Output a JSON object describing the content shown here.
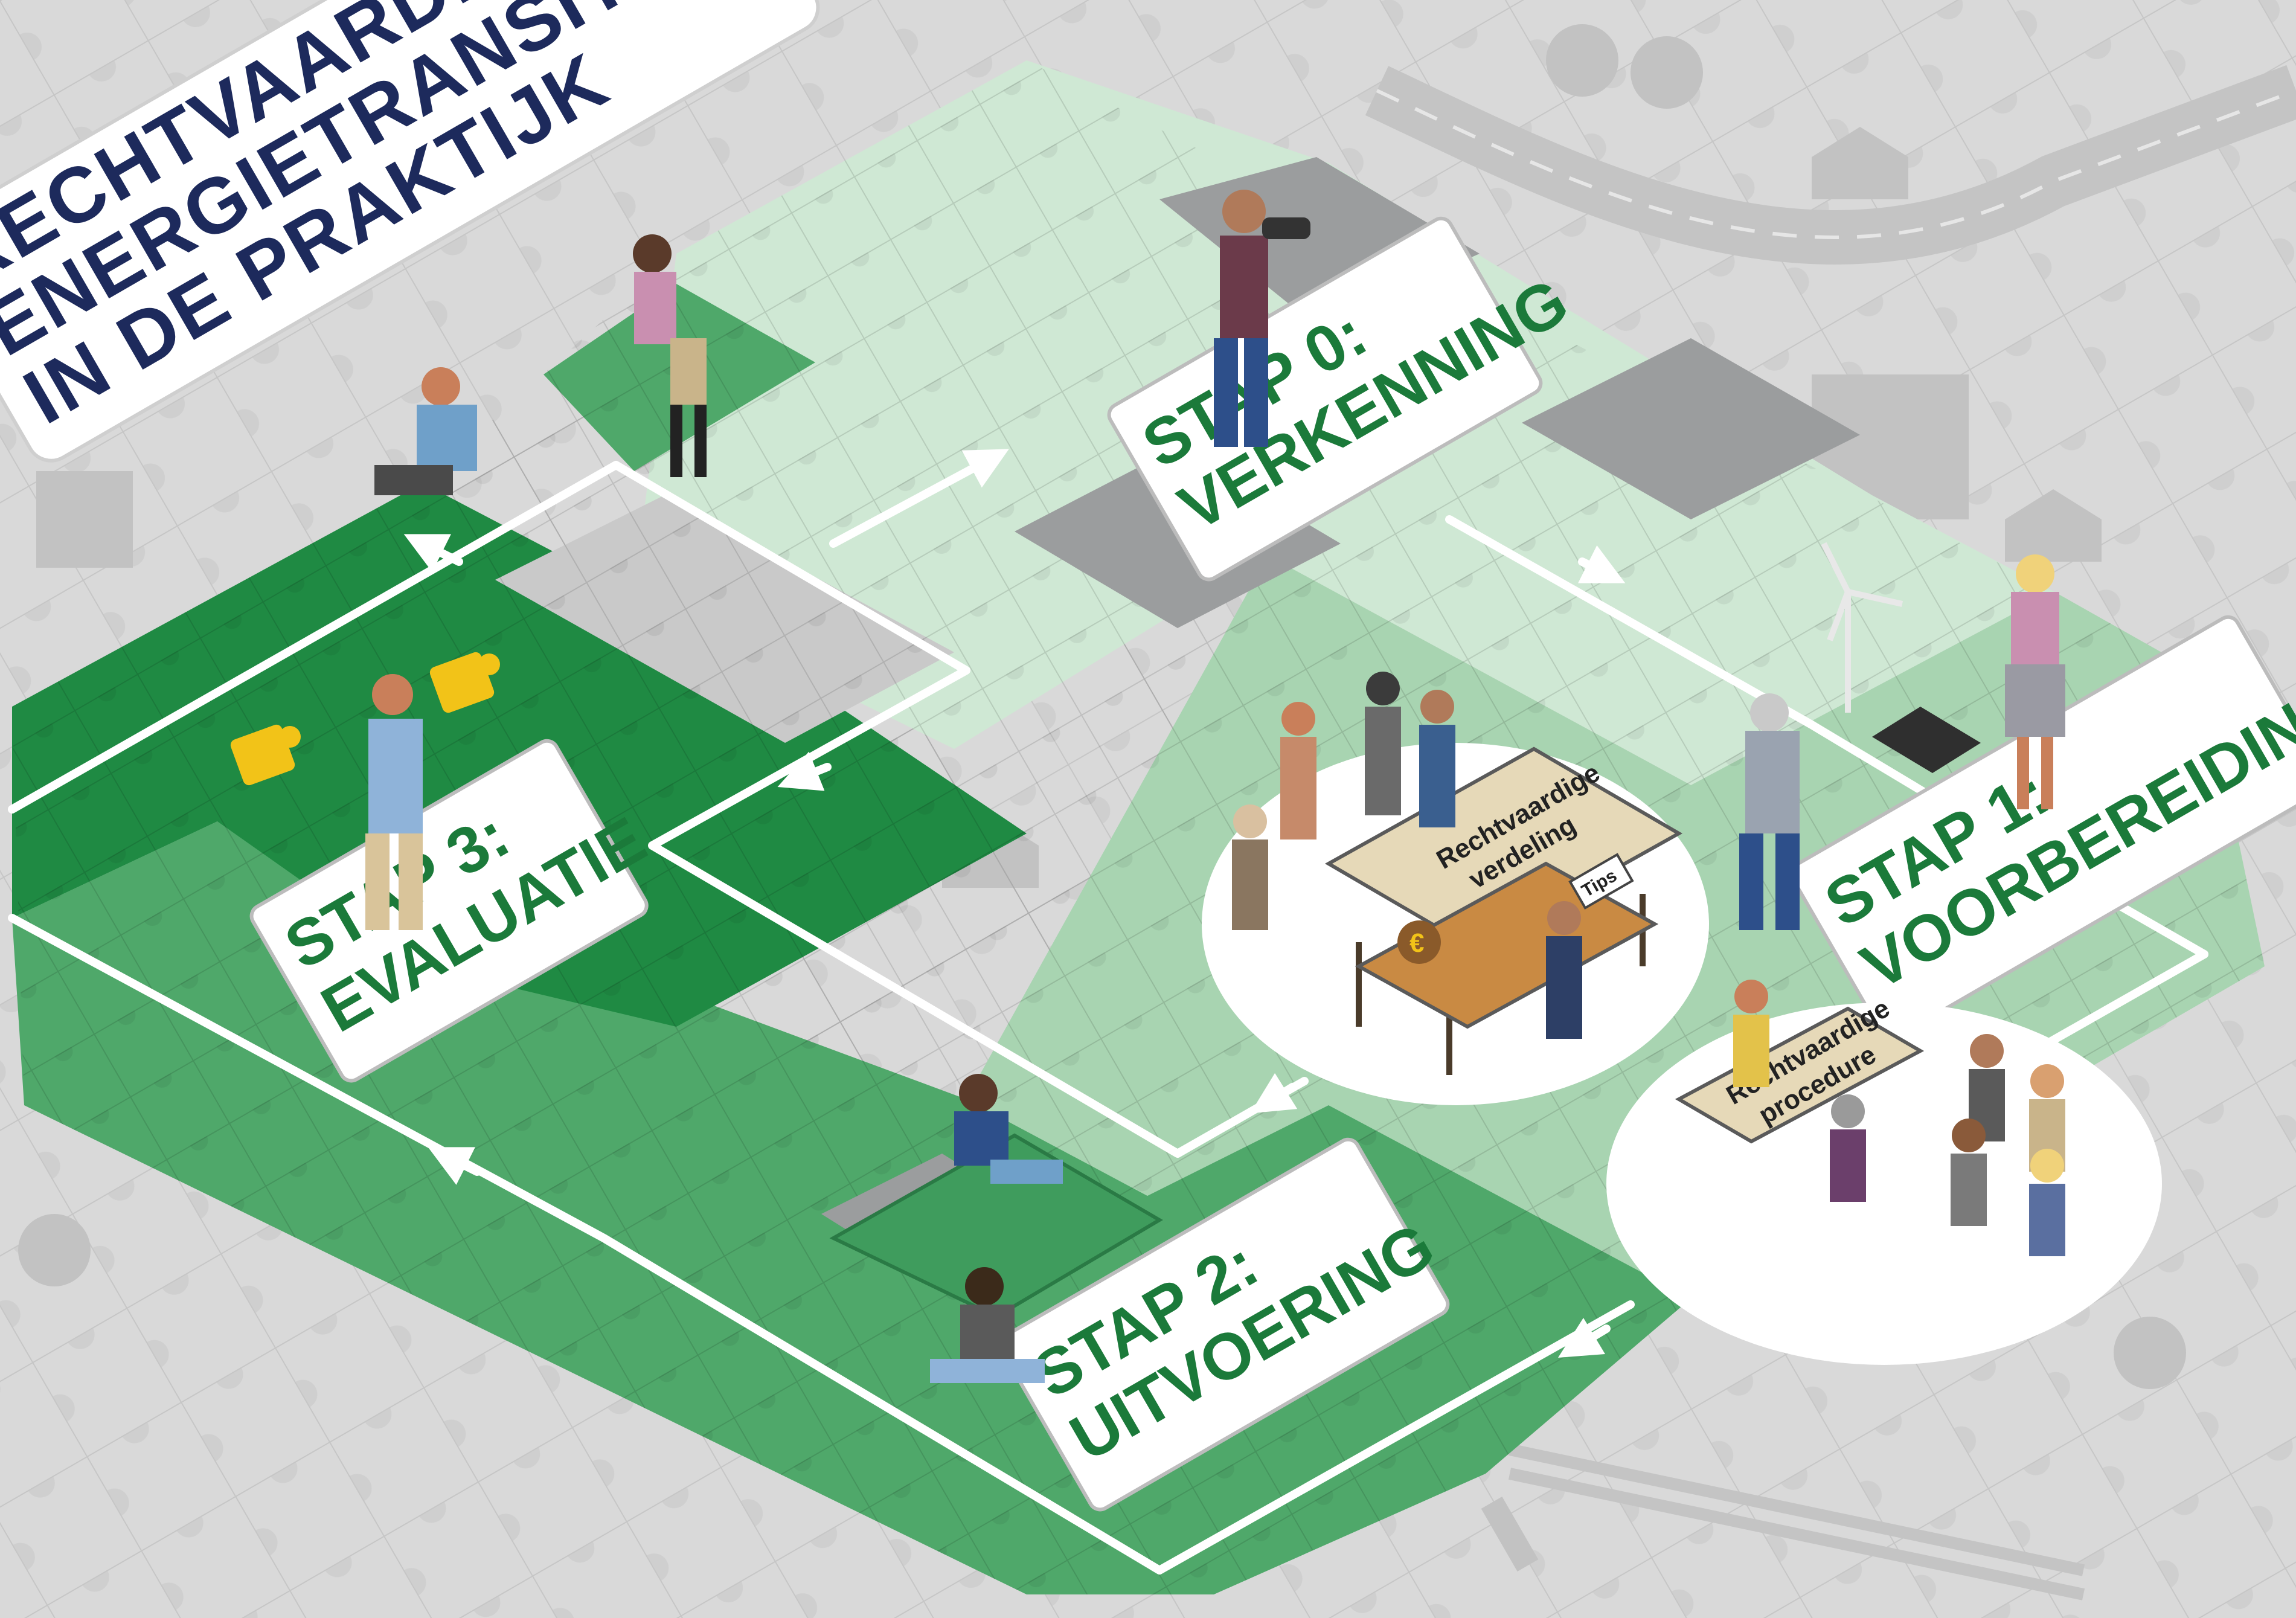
{
  "title": {
    "line1": "RECHTVAARDIGE",
    "line2": "ENERGIETRANSITIE",
    "line3": "IN DE PRAKTIJK"
  },
  "steps": [
    {
      "id": "stap0",
      "line1": "STAP 0:",
      "line2": "VERKENNING"
    },
    {
      "id": "stap1",
      "line1": "STAP 1:",
      "line2": "VOORBEREIDING"
    },
    {
      "id": "stap2",
      "line1": "STAP 2:",
      "line2": "UITVOERING"
    },
    {
      "id": "stap3",
      "line1": "STAP 3:",
      "line2": "EVALUATIE"
    }
  ],
  "scenes": {
    "market_stall": {
      "line1": "Rechtvaardige",
      "line2": "verdeling",
      "book": "Tips",
      "coin": "€"
    },
    "meeting_table": {
      "line1": "Rechtvaardige",
      "line2": "procedure"
    }
  },
  "colors": {
    "background": "#d9d9d9",
    "pattern": "#c9c9c9",
    "dark_green": "#1f8a43",
    "mid_green": "#4fa86a",
    "light_green": "#a8d4b1",
    "pale_green": "#cfe8d4",
    "grey_slot": "#9b9d9e",
    "title_navy": "#1d2a5c",
    "step_green": "#1b7a3a",
    "puzzle_yellow": "#f2c318"
  }
}
